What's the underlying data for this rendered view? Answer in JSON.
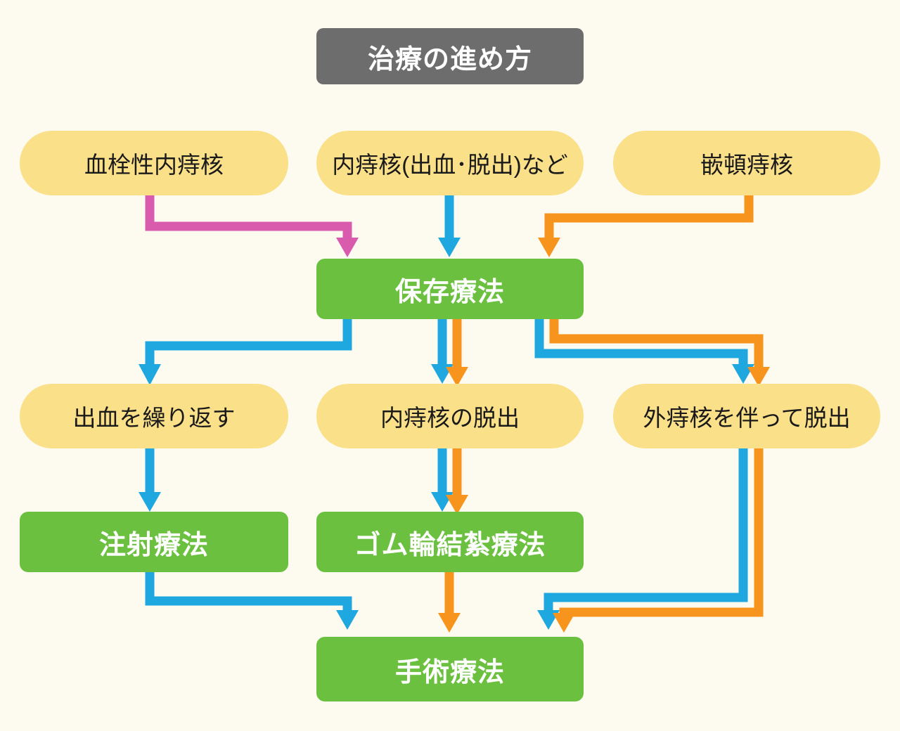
{
  "diagram": {
    "type": "flowchart",
    "title": "治療の進め方",
    "background_color": "#fdfaf0",
    "colors": {
      "title_box": "#6d6d6d",
      "condition_box": "#fbe08a",
      "treatment_box": "#6cc040",
      "arrow_pink": "#d95bae",
      "arrow_blue": "#1fa8e0",
      "arrow_orange": "#f7941e"
    },
    "nodes": {
      "title": "治療の進め方",
      "row1": [
        "血栓性内痔核",
        "内痔核(出血･脱出)など",
        "嵌頓痔核"
      ],
      "row2": "保存療法",
      "row3": [
        "出血を繰り返す",
        "内痔核の脱出",
        "外痔核を伴って脱出"
      ],
      "row4": [
        "注射療法",
        "ゴム輪結紮療法"
      ],
      "row5": "手術療法"
    },
    "edges": [
      {
        "from": "血栓性内痔核",
        "to": "保存療法",
        "color": "#d95bae"
      },
      {
        "from": "内痔核(出血･脱出)など",
        "to": "保存療法",
        "color": "#1fa8e0"
      },
      {
        "from": "嵌頓痔核",
        "to": "保存療法",
        "color": "#f7941e"
      },
      {
        "from": "保存療法",
        "to": "出血を繰り返す",
        "color": "#1fa8e0"
      },
      {
        "from": "保存療法",
        "to": "内痔核の脱出",
        "color": "#1fa8e0"
      },
      {
        "from": "保存療法",
        "to": "内痔核の脱出",
        "color": "#f7941e"
      },
      {
        "from": "保存療法",
        "to": "外痔核を伴って脱出",
        "color": "#1fa8e0"
      },
      {
        "from": "保存療法",
        "to": "外痔核を伴って脱出",
        "color": "#f7941e"
      },
      {
        "from": "出血を繰り返す",
        "to": "注射療法",
        "color": "#1fa8e0"
      },
      {
        "from": "内痔核の脱出",
        "to": "ゴム輪結紮療法",
        "color": "#1fa8e0"
      },
      {
        "from": "内痔核の脱出",
        "to": "ゴム輪結紮療法",
        "color": "#f7941e"
      },
      {
        "from": "注射療法",
        "to": "手術療法",
        "color": "#1fa8e0"
      },
      {
        "from": "ゴム輪結紮療法",
        "to": "手術療法",
        "color": "#f7941e"
      },
      {
        "from": "外痔核を伴って脱出",
        "to": "手術療法",
        "color": "#1fa8e0"
      },
      {
        "from": "外痔核を伴って脱出",
        "to": "手術療法",
        "color": "#f7941e"
      }
    ]
  }
}
